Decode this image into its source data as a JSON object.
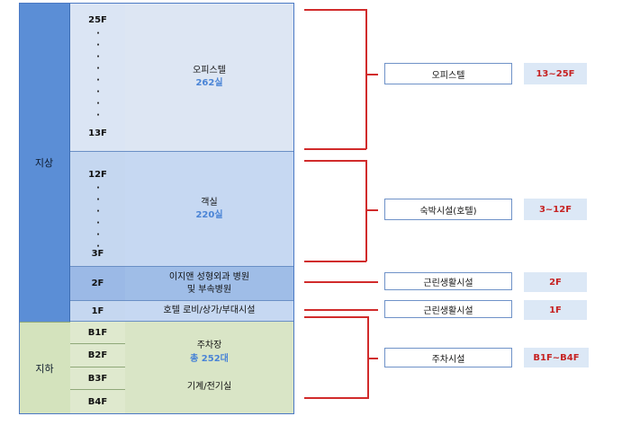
{
  "categories": {
    "above": "지상",
    "below": "지하"
  },
  "floors": {
    "upper_top": "25F",
    "upper_bottom": "13F",
    "mid_top": "12F",
    "mid_bottom": "3F",
    "f2": "2F",
    "f1": "1F",
    "b1": "B1F",
    "b2": "B2F",
    "b3": "B3F",
    "b4": "B4F",
    "dot": "·"
  },
  "sections": {
    "office_title": "오피스텔",
    "office_count": "262실",
    "hotel_title": "객실",
    "hotel_count": "220실",
    "f2_line1": "이지앤 성형외과 병원",
    "f2_line2": "및 부속병원",
    "f1_text": "호텔 로비/상가/부대시설",
    "parking_title": "주차장",
    "parking_count": "총 252대",
    "mech": "기계/전기실"
  },
  "labels": [
    {
      "name": "오피스텔",
      "value": "13~25F"
    },
    {
      "name": "숙박시설(호텔)",
      "value": "3~12F"
    },
    {
      "name": "근린생활시설",
      "value": "2F"
    },
    {
      "name": "근린생활시설",
      "value": "1F"
    },
    {
      "name": "주차시설",
      "value": "B1F~B4F"
    }
  ],
  "colors": {
    "accent_red": "#c62222",
    "bracket_red": "#d12b2b",
    "blue_dark": "#5b8ed6",
    "green_light": "#d9e5c6"
  }
}
